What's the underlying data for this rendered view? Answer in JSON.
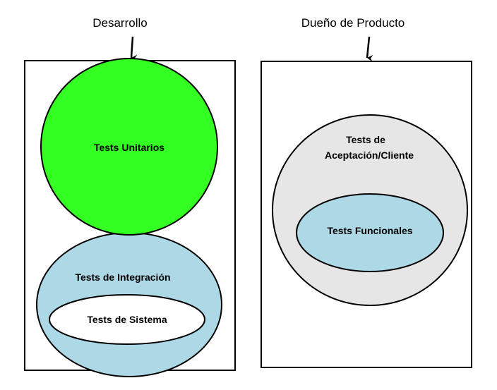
{
  "columns": {
    "left": {
      "heading": "Desarrollo",
      "top_circle": {
        "label": "Tests Unitarios",
        "color": "#33ff22"
      },
      "outer_ellipse": {
        "label": "Tests de Integración",
        "color": "#add8e6"
      },
      "inner_ellipse": {
        "label": "Tests de Sistema",
        "color": "#ffffff"
      }
    },
    "right": {
      "heading": "Dueño de Producto",
      "outer_ellipse": {
        "label_line1": "Tests de",
        "label_line2": "Aceptación/Cliente",
        "color": "#e6e6e6"
      },
      "inner_ellipse": {
        "label": "Tests Funcionales",
        "color": "#add8e6"
      }
    }
  }
}
